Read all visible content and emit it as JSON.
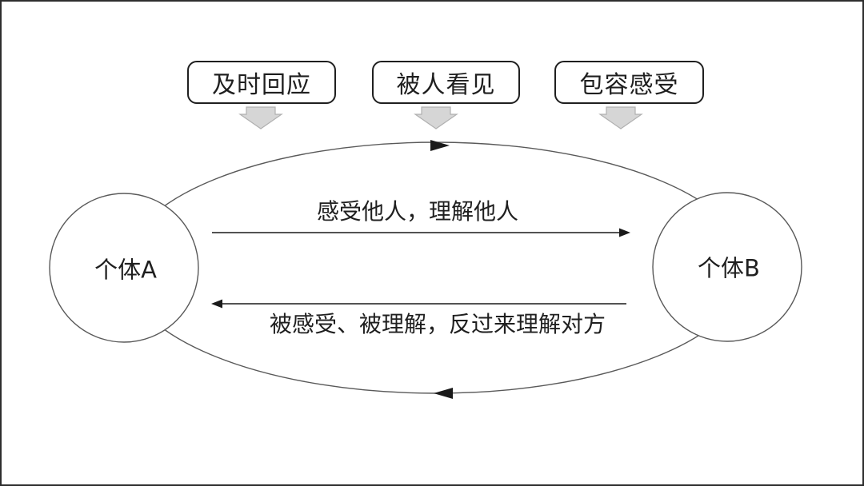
{
  "diagram": {
    "top_boxes": [
      {
        "label": "及时回应"
      },
      {
        "label": "被人看见"
      },
      {
        "label": "包容感受"
      }
    ],
    "nodes": {
      "left": {
        "label": "个体A"
      },
      "right": {
        "label": "个体B"
      }
    },
    "relations": {
      "forward": {
        "label": "感受他人，理解他人"
      },
      "backward": {
        "label": "被感受、被理解，反过来理解对方"
      }
    }
  },
  "colors": {
    "background": "#ffffff",
    "text": "#1f1f1f",
    "box_border": "#1f1f1f",
    "cycle_stroke": "#595959",
    "node_stroke": "#595959",
    "arrow_line": "#1a1a1a",
    "block_arrow_fill": "#d6d6d6",
    "block_arrow_stroke": "#b0b0b0"
  }
}
